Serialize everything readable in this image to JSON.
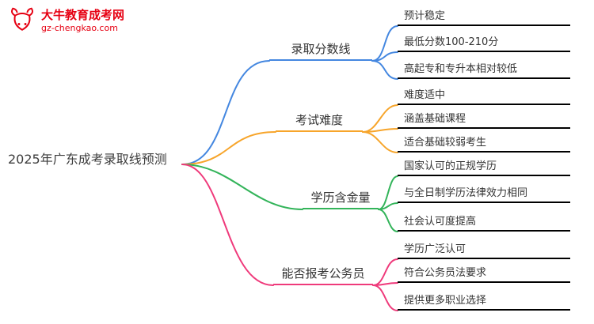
{
  "logo": {
    "title": "大牛教育成考网",
    "domain": "gz-chengkao.com",
    "brand_color": "#E60012"
  },
  "root": {
    "label": "2025年广东成考录取线预测"
  },
  "branches": [
    {
      "label": "录取分数线",
      "color": "#4487E0",
      "children": [
        "预计稳定",
        "最低分数100-210分",
        "高起专和专升本相对较低"
      ]
    },
    {
      "label": "考试难度",
      "color": "#F7A52B",
      "children": [
        "难度适中",
        "涵盖基础课程",
        "适合基础较弱考生"
      ]
    },
    {
      "label": "学历含金量",
      "color": "#33B45A",
      "children": [
        "国家认可的正规学历",
        "与全日制学历法律效力相同",
        "社会认可度提高"
      ]
    },
    {
      "label": "能否报考公务员",
      "color": "#EF3A7B",
      "children": [
        "学历广泛认可",
        "符合公务员法要求",
        "提供更多职业选择"
      ]
    }
  ]
}
